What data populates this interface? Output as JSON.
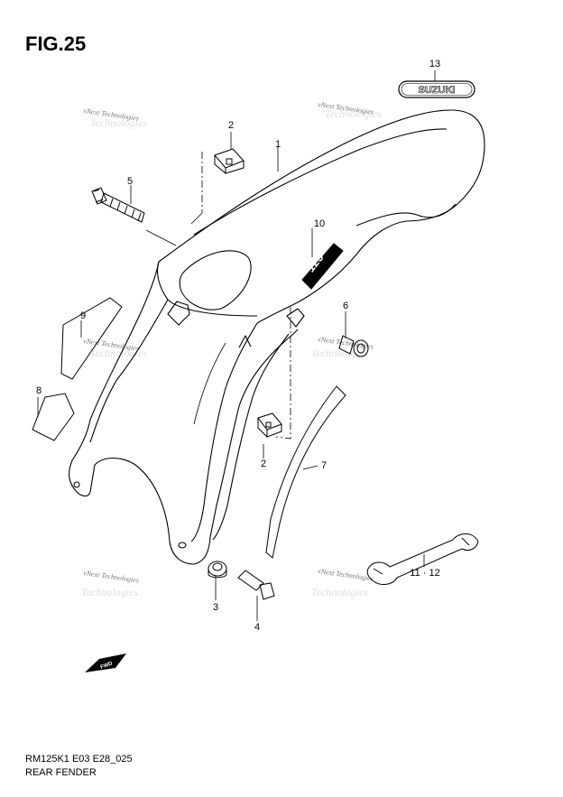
{
  "figure": {
    "title": "FIG.25",
    "model_code": "RM125K1 E03 E28_025",
    "caption": "REAR FENDER"
  },
  "watermark": {
    "text": "vNext Technologies",
    "ghost_text": "Technologies"
  },
  "emblem": {
    "text": "SUZUKI"
  },
  "decal": {
    "text": "125"
  },
  "fwd_arrow": {
    "text": "FWD"
  },
  "callouts": [
    {
      "id": "1",
      "label": "1"
    },
    {
      "id": "2a",
      "label": "2"
    },
    {
      "id": "2b",
      "label": "2"
    },
    {
      "id": "3",
      "label": "3"
    },
    {
      "id": "4",
      "label": "4"
    },
    {
      "id": "5",
      "label": "5"
    },
    {
      "id": "6",
      "label": "6"
    },
    {
      "id": "7",
      "label": "7"
    },
    {
      "id": "8",
      "label": "8"
    },
    {
      "id": "9",
      "label": "9"
    },
    {
      "id": "10",
      "label": "10"
    },
    {
      "id": "11",
      "label": "11 · 12"
    },
    {
      "id": "13",
      "label": "13"
    }
  ],
  "colors": {
    "line": "#000000",
    "background": "#ffffff",
    "watermark": "#777777"
  }
}
